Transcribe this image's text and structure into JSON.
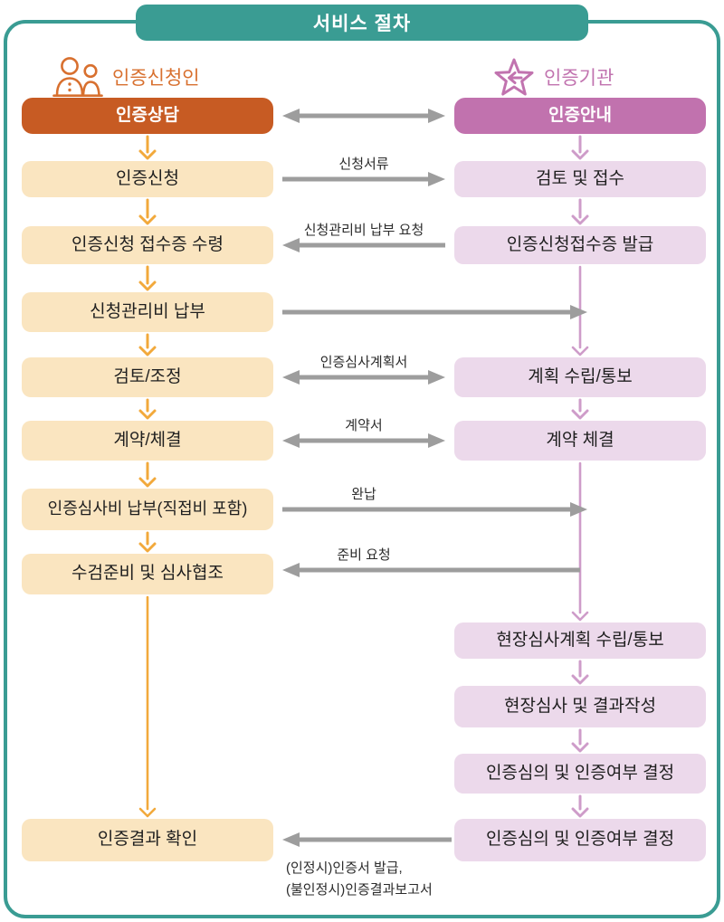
{
  "banner": {
    "title": "서비스 절차"
  },
  "left_column": {
    "header": "인증신청인",
    "icon": "people-icon",
    "boxes": [
      "인증상담",
      "인증신청",
      "인증신청 접수증 수령",
      "신청관리비 납부",
      "검토/조정",
      "계약/체결",
      "인증심사비 납부(직접비 포함)",
      "수검준비 및 심사협조",
      "인증결과 확인"
    ]
  },
  "right_column": {
    "header": "인증기관",
    "icon": "star-left-arrow-icon",
    "boxes": [
      "인증안내",
      "검토 및 접수",
      "인증신청접수증 발급",
      "계획 수립/통보",
      "계약 체결",
      "현장심사계획 수립/통보",
      "현장심사 및 결과작성",
      "인증심의 및 인증여부 결정",
      "인증심의 및 인증여부 결정"
    ]
  },
  "arrow_labels": {
    "application_docs": "신청서류",
    "app_fee_request": "신청관리비 납부 요청",
    "audit_plan": "인증심사계획서",
    "contract": "계약서",
    "full_payment": "완납",
    "prep_request": "준비 요청",
    "result_line1": "(인정시)인증서 발급,",
    "result_line2": "(불인정시)인증결과보고서"
  },
  "colors": {
    "teal": "#3A9C93",
    "orange_solid": "#C75B23",
    "orange_light": "#FAE5C0",
    "orange_arrow": "#F2A93B",
    "orange_accent": "#D8702F",
    "purple_solid": "#C172AE",
    "purple_light": "#ECD9EB",
    "purple_arrow": "#CE9CC9",
    "purple_accent": "#C173AF",
    "gray_arrow": "#9D9D9D"
  }
}
